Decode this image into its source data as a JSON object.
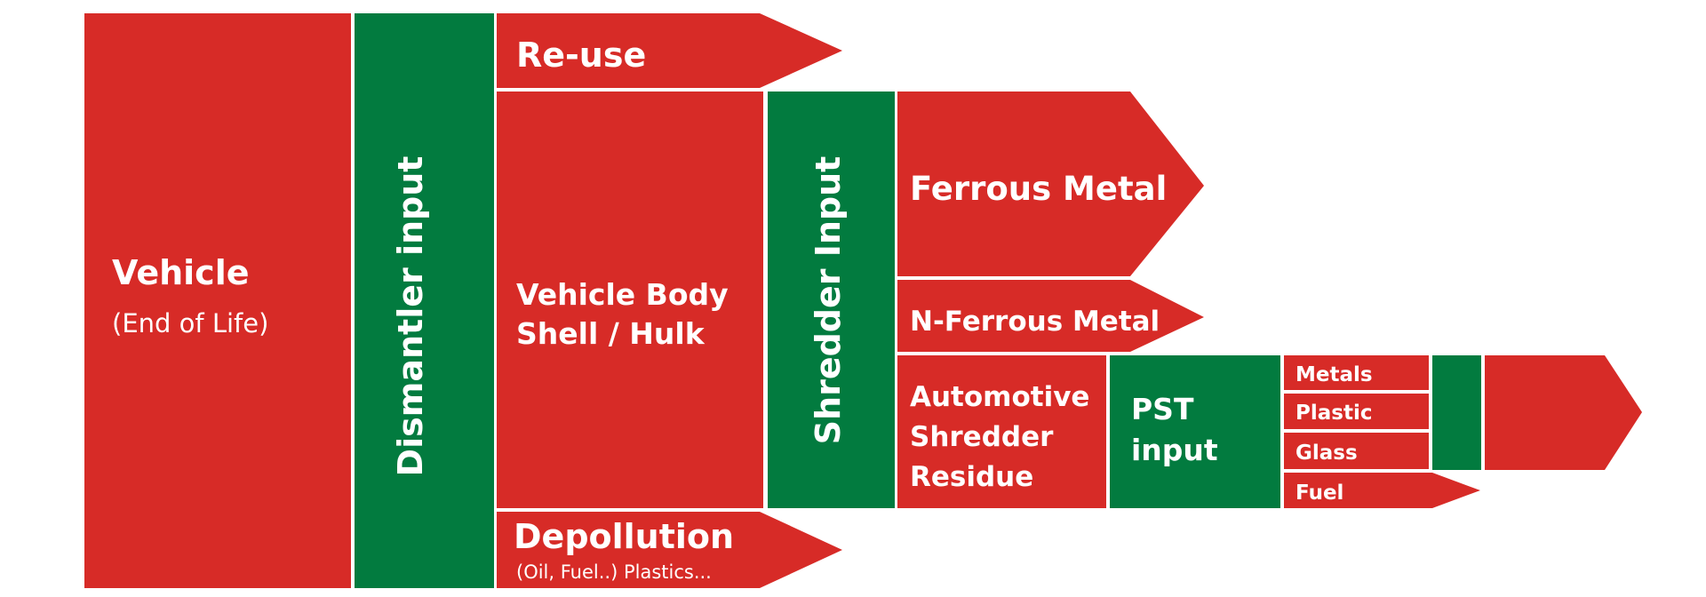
{
  "diagram": {
    "colors": {
      "red": "#d72b27",
      "green": "#027b3f",
      "text": "#ffffff"
    },
    "vehicle": {
      "title": "Vehicle",
      "subtitle": "(End of Life)"
    },
    "dismantler": {
      "label": "Dismantler input"
    },
    "reuse": {
      "label": "Re-use"
    },
    "hulk": {
      "line1": "Vehicle Body",
      "line2": "Shell / Hulk"
    },
    "depollution": {
      "title": "Depollution",
      "subtitle": "(Oil, Fuel..) Plastics..."
    },
    "shredder": {
      "label": "Shredder Input"
    },
    "ferrous": {
      "label": "Ferrous Metal"
    },
    "nferrous": {
      "label": "N-Ferrous Metal"
    },
    "asr": {
      "line1": "Automotive",
      "line2": "Shredder",
      "line3": "Residue"
    },
    "pst": {
      "line1": "PST",
      "line2": "input"
    },
    "outputs": {
      "metals": "Metals",
      "plastic": "Plastic",
      "glass": "Glass",
      "fuel": "Fuel"
    }
  }
}
